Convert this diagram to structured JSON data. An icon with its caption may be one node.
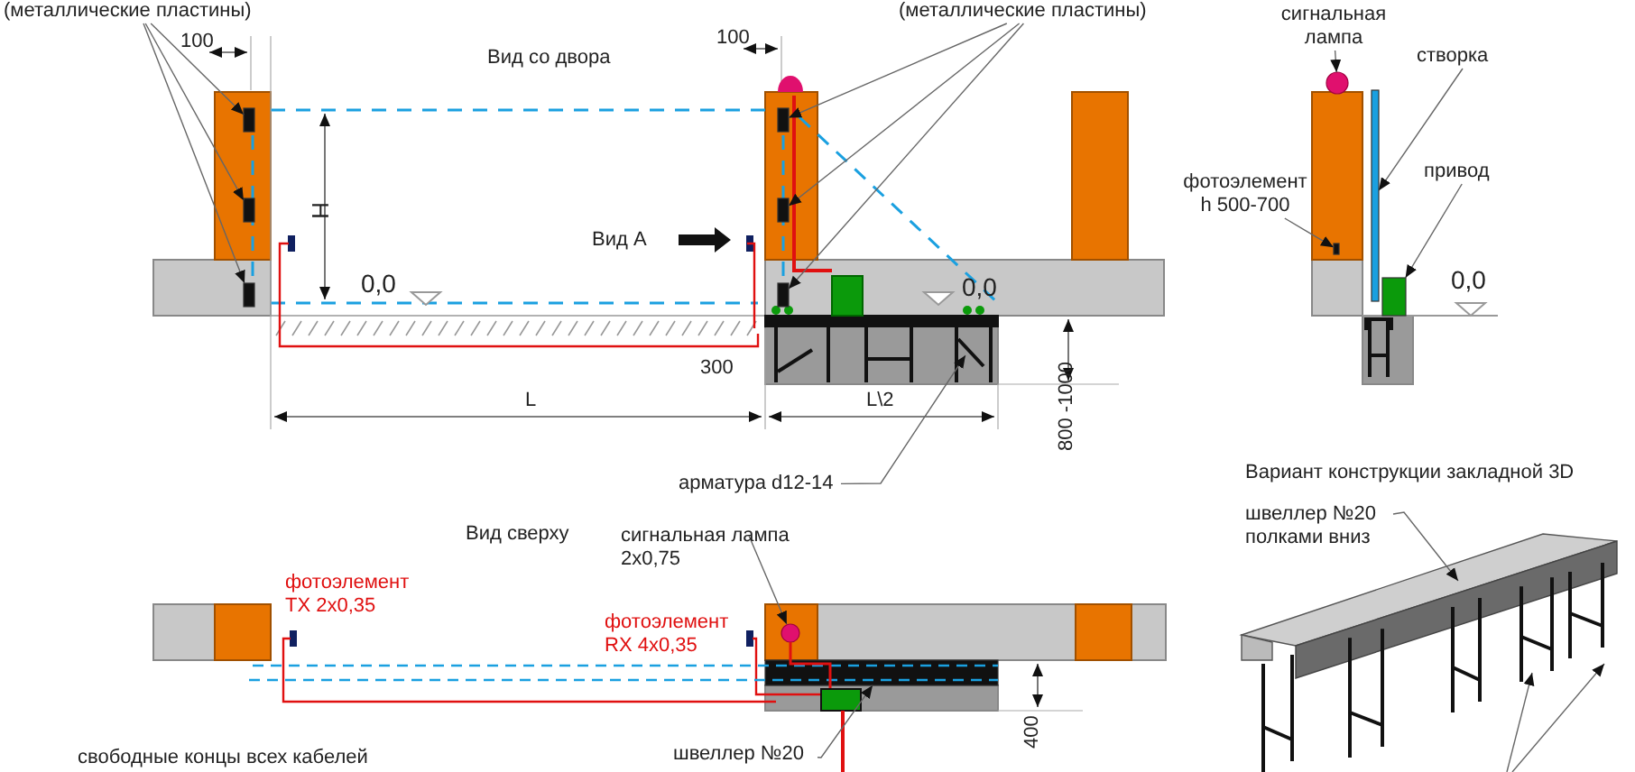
{
  "diagram": {
    "nodes": [
      {
        "text": [
          "(металлические пластины)"
        ]
      },
      {
        "text": [
          "(металлические пластины)"
        ]
      },
      {
        "text": [
          "сигнальная лампа"
        ]
      },
      {
        "text": [
          "створка"
        ]
      },
      {
        "text": [
          "фотоэлемент h 500-700"
        ]
      },
      {
        "text": [
          "привод"
        ]
      },
      {
        "text": [
          "арматура d12-14"
        ]
      },
      {
        "text": [
          "сигнальная лампа 2x0,75"
        ]
      },
      {
        "text": [
          "швеллер №20"
        ]
      },
      {
        "text": [
          "швеллер №20 полками вниз"
        ]
      },
      {
        "text": [],
        "shape": "box"
      },
      {
        "text": [],
        "shape": "box"
      },
      {
        "text": [],
        "shape": "box"
      },
      {
        "text": [],
        "shape": "box"
      },
      {
        "text": [],
        "shape": "box"
      },
      {
        "text": [],
        "shape": "box"
      },
      {
        "text": [],
        "shape": "circle"
      },
      {
        "text": [],
        "shape": "bar"
      },
      {
        "text": [],
        "shape": "box"
      },
      {
        "text": [],
        "shape": "box"
      },
      {
        "text": [],
        "shape": "picture"
      },
      {
        "text": [],
        "shape": "circle"
      },
      {
        "text": [],
        "shape": "bar"
      },
      {
        "text": [],
        "shape": "picture"
      }
    ],
    "edges": [
      {
        "from": 0,
        "to": 10,
        "arrow": "to"
      },
      {
        "from": 0,
        "to": 11,
        "arrow": "to"
      },
      {
        "from": 0,
        "to": 12,
        "arrow": "to"
      },
      {
        "from": 1,
        "to": 13,
        "arrow": "to"
      },
      {
        "from": 1,
        "to": 14,
        "arrow": "to"
      },
      {
        "from": 1,
        "to": 15,
        "arrow": "to"
      },
      {
        "from": 2,
        "to": 16,
        "arrow": "to"
      },
      {
        "from": 3,
        "to": 17,
        "arrow": "to"
      },
      {
        "from": 4,
        "to": 18,
        "arrow": "to"
      },
      {
        "from": 5,
        "to": 19,
        "arrow": "to"
      },
      {
        "from": 6,
        "to": 20,
        "arrow": "to"
      },
      {
        "from": 7,
        "to": 21,
        "arrow": "to"
      },
      {
        "from": 8,
        "to": 22,
        "arrow": "to"
      },
      {
        "from": 9,
        "to": 23,
        "arrow": "to"
      },
      {
        "from": null,
        "to": 23,
        "arrow": "to"
      },
      {
        "from": null,
        "to": 23,
        "arrow": "to"
      }
    ],
    "labels": [
      "100",
      "Вид со двора",
      "100",
      "H",
      "Вид А",
      "0,0",
      "0,0",
      "0,0",
      "300",
      "L",
      "L\\2",
      "800 -1000",
      "Вариант конструкции закладной 3D",
      "Вид сверху",
      "фотоэлемент TX 2x0,35",
      "фотоэлемент RX 4x0,35",
      "400",
      "свободные концы всех кабелей"
    ]
  }
}
